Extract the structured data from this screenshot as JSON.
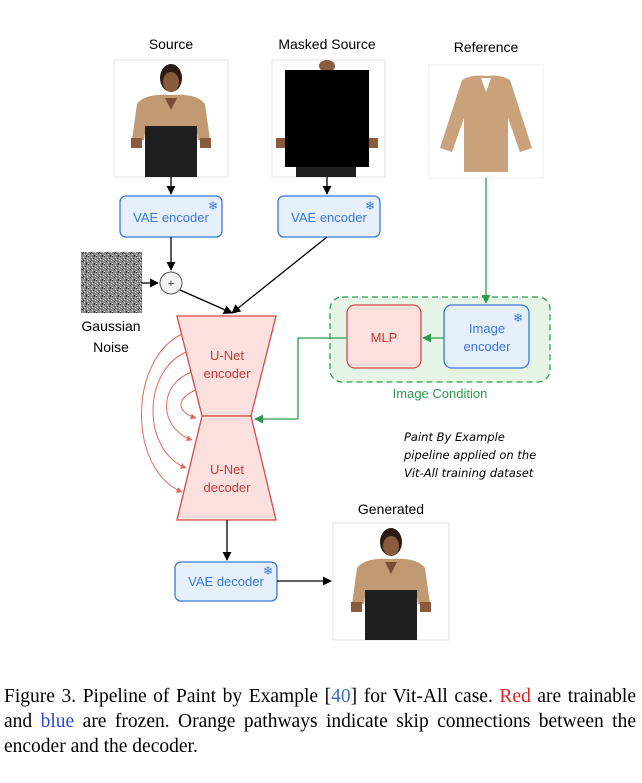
{
  "labels": {
    "source": "Source",
    "masked_source": "Masked Source",
    "reference": "Reference",
    "generated": "Generated",
    "gaussian_noise_line1": "Gaussian",
    "gaussian_noise_line2": "Noise",
    "image_condition": "Image Condition",
    "plus": "+"
  },
  "boxes": {
    "vae_encoder_1": "VAE encoder",
    "vae_encoder_2": "VAE encoder",
    "vae_decoder": "VAE decoder",
    "mlp": "MLP",
    "image_encoder_line1": "Image",
    "image_encoder_line2": "encoder",
    "unet_encoder_line1": "U-Net",
    "unet_encoder_line2": "encoder",
    "unet_decoder_line1": "U-Net",
    "unet_decoder_line2": "decoder",
    "frozen_symbol": "❄"
  },
  "note": {
    "line1": "Paint By Example",
    "line2": "pipeline applied on the",
    "line3": "Vit-All training dataset"
  },
  "caption": {
    "part1": "Figure 3. Pipeline of Paint by Example [",
    "cite": "40",
    "part2": "] for Vit-All case. ",
    "red_word": "Red",
    "part3": " are trainable and ",
    "blue_word": "blue",
    "part4": " are frozen.  Orange pathways indicate skip connections between the encoder and the decoder."
  },
  "colors": {
    "frozen_blue": "#3a78d8",
    "frozen_fill": "#e6f0fc",
    "trainable_red": "#d24b4b",
    "trainable_fill": "#fbe0de",
    "condition_green": "#2e9a52",
    "condition_fill": "#e5f4e5",
    "skip_orange": "#e06a5a"
  }
}
